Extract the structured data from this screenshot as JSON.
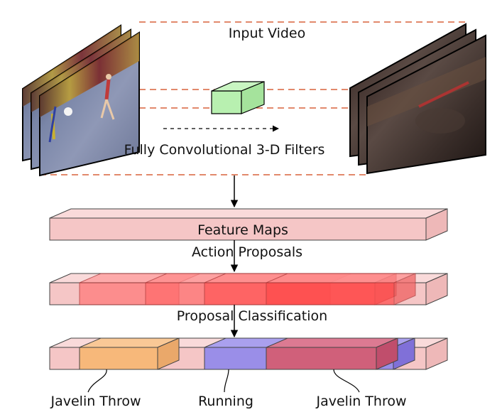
{
  "labels": {
    "input_video": "Input Video",
    "filters": "Fully Convolutional 3-D Filters",
    "feature_maps": "Feature Maps",
    "action_proposals": "Action Proposals",
    "proposal_classification": "Proposal Classification",
    "result_javelin_1": "Javelin Throw",
    "result_running": "Running",
    "result_javelin_2": "Javelin Throw"
  },
  "colors": {
    "dashed_guides": "#d9623b",
    "filter_cube": "#b8f0b0",
    "feature_bar": "#f5c6c6",
    "proposal": "#ff5a5a",
    "javelin_segment": "#f7b87a",
    "running_segment": "#9a8ee8",
    "javelin_segment_2": "#d0607a"
  }
}
